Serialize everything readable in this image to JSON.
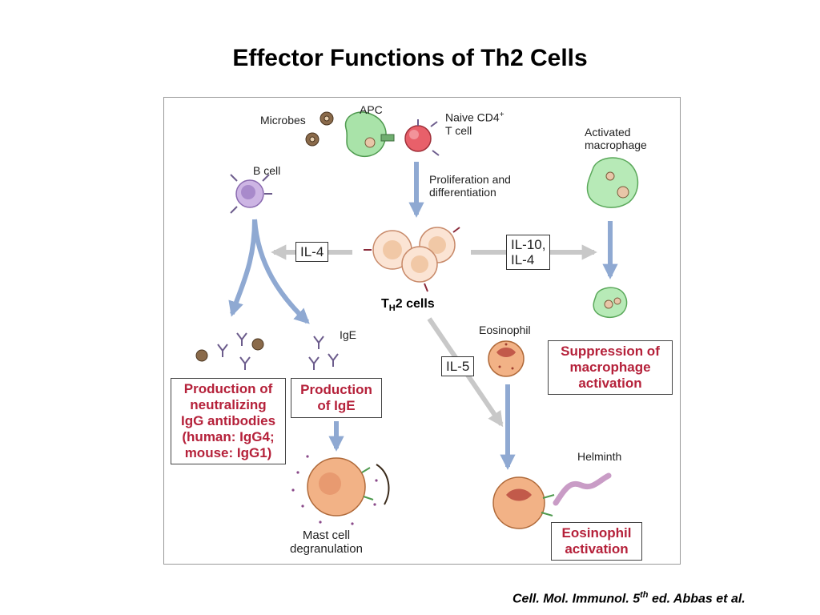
{
  "title": "Effector Functions of Th2 Cells",
  "labels": {
    "microbes": "Microbes",
    "apc": "APC",
    "naive_line1": "Naive CD4",
    "naive_sup": "+",
    "naive_line2": "T cell",
    "prolif_line1": "Proliferation and",
    "prolif_line2": "differentiation",
    "activated_line1": "Activated",
    "activated_line2": "macrophage",
    "bcell": "B cell",
    "th2_t": "T",
    "th2_sub": "H",
    "th2_rest": "2 cells",
    "ige": "IgE",
    "eosinophil": "Eosinophil",
    "helminth": "Helminth",
    "mast_line1": "Mast cell",
    "mast_line2": "degranulation"
  },
  "cytokines": {
    "il4_left": "IL-4",
    "il10_line1": "IL-10,",
    "il10_line2": "IL-4",
    "il5": "IL-5"
  },
  "outcomes": {
    "igg": [
      "Production of",
      "neutralizing",
      "IgG antibodies",
      "(human: IgG4;",
      "mouse: IgG1)"
    ],
    "ige": [
      "Production",
      "of IgE"
    ],
    "suppression": [
      "Suppression of",
      "macrophage",
      "activation"
    ],
    "eos_activation": [
      "Eosinophil",
      "activation"
    ]
  },
  "citation": {
    "main": "Cell. Mol. Immunol. 5",
    "sup": "th",
    "rest": " ed. Abbas et al."
  },
  "colors": {
    "arrow_blue": "#8fa9d2",
    "arrow_gray": "#c8c8c8",
    "outcome_red": "#b5213a",
    "apc_green": "#a9e3a9",
    "macrophage_green": "#b7eab7",
    "bcell_purple": "#cdb5e4",
    "naive_red": "#e8606a",
    "th2_peach": "#f1c8a6",
    "eosinophil_orange": "#f2b286",
    "helminth_purple": "#c99cc6",
    "antibody_purple": "#6c5c8c"
  }
}
